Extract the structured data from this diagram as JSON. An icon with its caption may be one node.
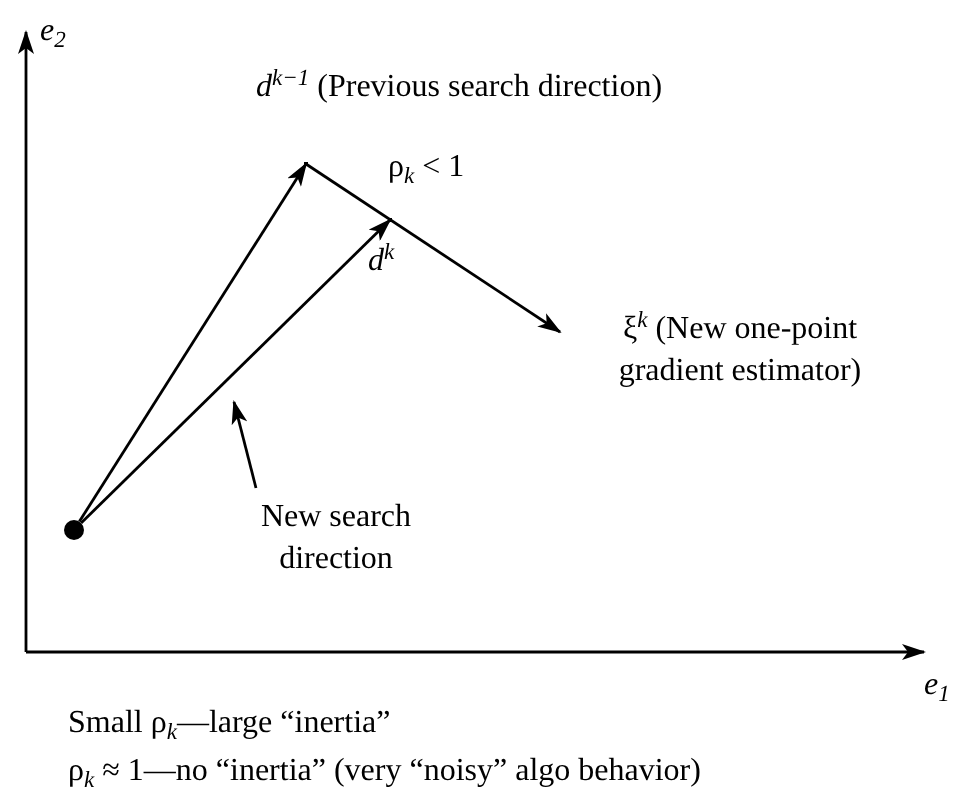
{
  "diagram": {
    "nodes": [
      {
        "text": [],
        "shape": "circle"
      },
      {
        "text": [],
        "shape": "point",
        "beside": [
          "*d*$^{k−1}$ (Previous search direction)"
        ]
      },
      {
        "text": [],
        "shape": "point",
        "beside": [
          "*d*$^{k}$"
        ]
      },
      {
        "text": [
          "ξ$^{k}$ (New one-point gradient estimator)"
        ]
      },
      {
        "text": [
          "New search direction"
        ]
      }
    ],
    "edges": [
      {
        "from": 0,
        "to": 1,
        "arrow": "to"
      },
      {
        "from": 1,
        "to": 3,
        "arrow": "to"
      },
      {
        "from": 0,
        "to": 2,
        "arrow": "to"
      },
      {
        "from": 4,
        "to": null,
        "arrow": "to"
      }
    ],
    "labels": [
      "*e*$_{2}$",
      "*e*$_{1}$",
      "ρ$_{k}$ < 1",
      "Small ρ$_{k}$—large “inertia”",
      "ρ$_{k}$ ≈ 1—no “inertia” (very “noisy” algo behavior)"
    ]
  }
}
